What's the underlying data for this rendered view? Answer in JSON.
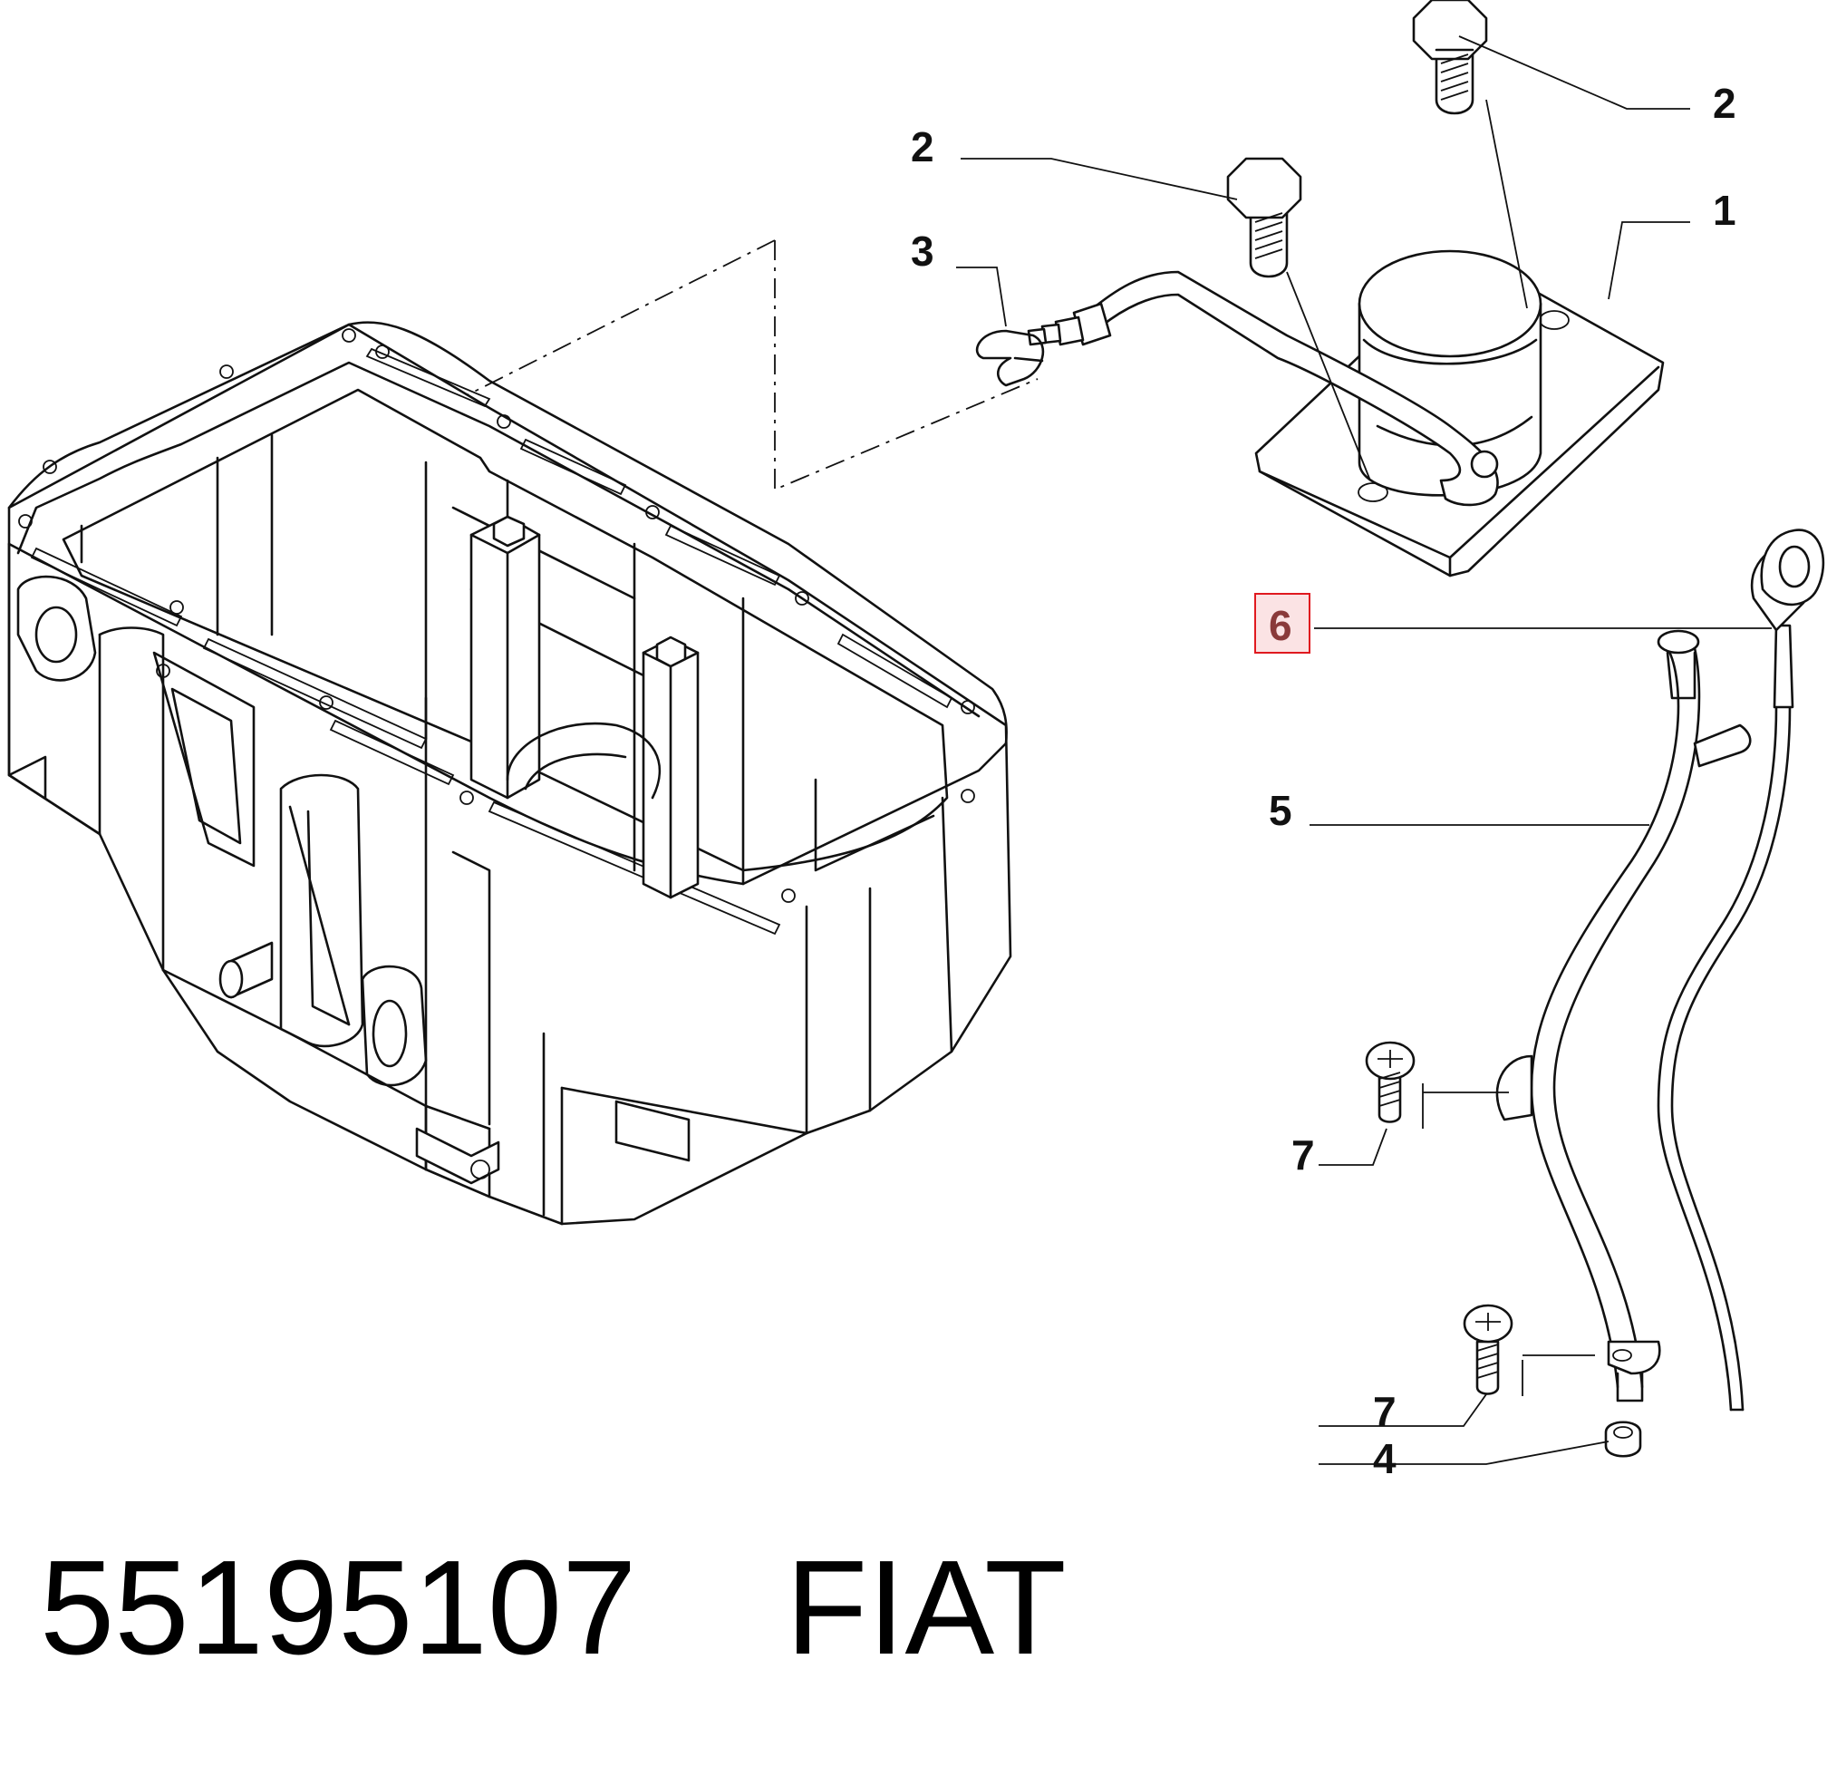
{
  "callouts": {
    "c1": "1",
    "c2a": "2",
    "c2b": "2",
    "c3": "3",
    "c4": "4",
    "c5": "5",
    "c6": "6",
    "c7a": "7",
    "c7b": "7"
  },
  "highlight_color": "#e0191f",
  "footer": {
    "part_number": "55195107",
    "brand": "FIAT"
  }
}
